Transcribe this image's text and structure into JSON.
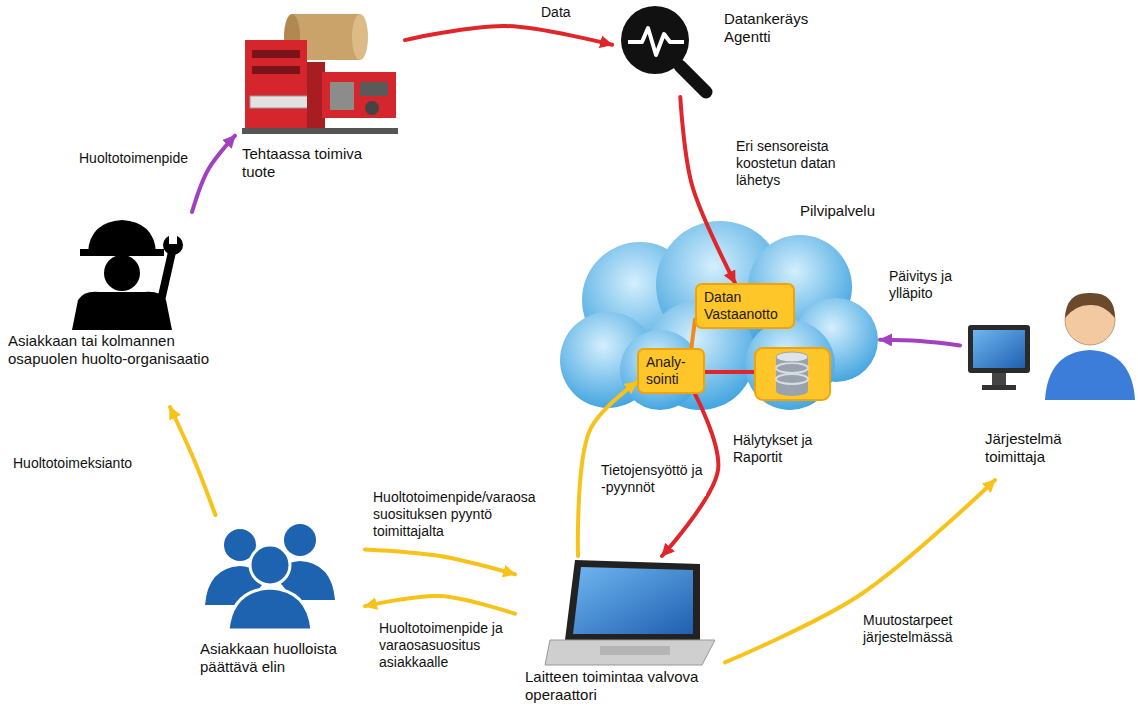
{
  "diagram": {
    "nodes": [
      {
        "text": [
          "Tehtaassa toimiva tuote"
        ]
      },
      {
        "text": [
          "Datankeräys Agentti"
        ]
      },
      {
        "text": [
          "Pilvipalvelu"
        ]
      },
      {
        "text": [
          "Datan Vastaanotto"
        ],
        "in": 2
      },
      {
        "text": [
          "Analy- sointi"
        ],
        "in": 2
      },
      {
        "text": [
          "Asiakkaan tai kolmannen osapuolen huolto-organisaatio"
        ]
      },
      {
        "text": [
          "Järjestelmä toimittaja"
        ]
      },
      {
        "text": [
          "Asiakkaan huolloista päättävä elin"
        ]
      },
      {
        "text": [
          "Laitteen toimintaa valvova operaattori"
        ]
      }
    ],
    "edges": [
      {
        "from": 0,
        "to": 1,
        "label": "Data",
        "arrow": "to"
      },
      {
        "from": 1,
        "to": 3,
        "label": "Eri sensoreista koostetun datan lähetys",
        "arrow": "to"
      },
      {
        "from": 3,
        "to": 4,
        "arrow": "none"
      },
      {
        "from": 4,
        "to": 8,
        "label": "Hälytykset ja Raportit",
        "arrow": "to"
      },
      {
        "from": 8,
        "to": 4,
        "label": "Tietojensyöttö ja -pyynnöt",
        "arrow": "to"
      },
      {
        "from": 6,
        "to": 2,
        "label": "Päivitys ja ylläpito",
        "arrow": "to"
      },
      {
        "from": 8,
        "to": 6,
        "label": "Muutostarpeet järjestelmässä",
        "arrow": "to"
      },
      {
        "from": 8,
        "to": 7,
        "label": "Huoltotoimenpide ja varaosasuositus asiakkaalle",
        "arrow": "to"
      },
      {
        "from": 7,
        "to": 8,
        "label": "Huoltotoimenpide/varaosa suosituksen pyyntö toimittajalta",
        "arrow": "to"
      },
      {
        "from": 7,
        "to": 5,
        "label": "Huoltotoimeksianto",
        "arrow": "to"
      },
      {
        "from": 5,
        "to": 0,
        "label": "Huoltotoimenpide",
        "arrow": "to"
      }
    ]
  }
}
